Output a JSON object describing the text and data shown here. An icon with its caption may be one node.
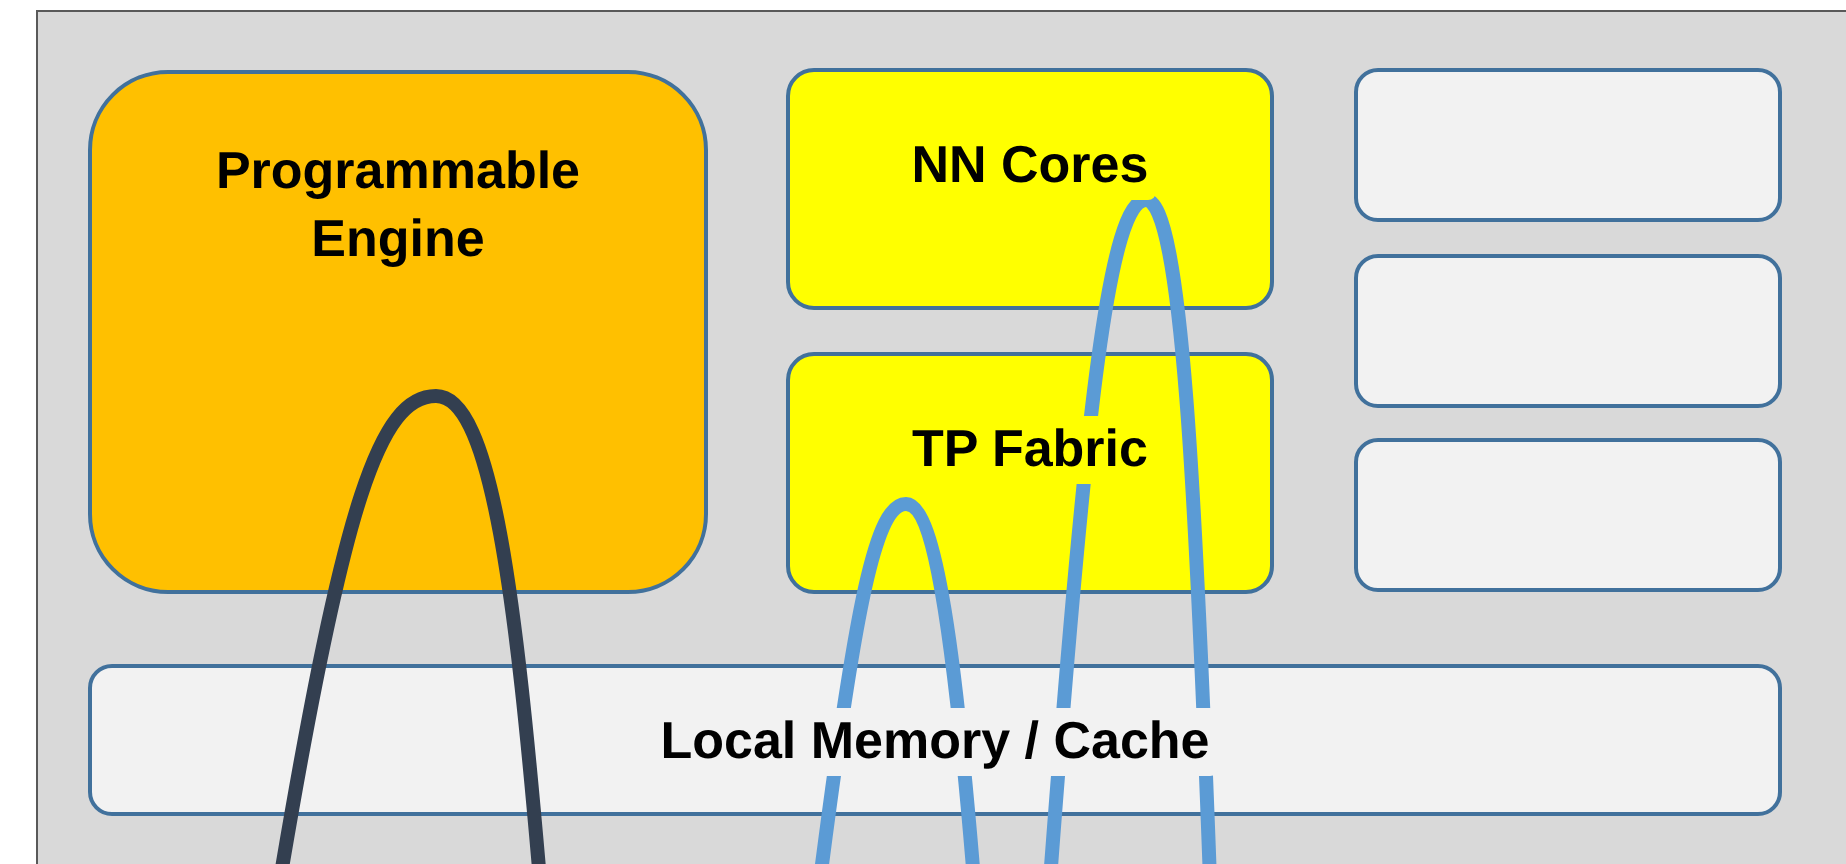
{
  "diagram": {
    "nodes": [
      {
        "text": [
          "Programmable Engine"
        ]
      },
      {
        "text": [
          "NN Cores"
        ]
      },
      {
        "text": [
          "TP Fabric"
        ]
      },
      {
        "text": [],
        "shape": "box"
      },
      {
        "text": [],
        "shape": "box"
      },
      {
        "text": [],
        "shape": "box"
      },
      {
        "text": [
          "Local Memory / Cache"
        ]
      }
    ]
  }
}
